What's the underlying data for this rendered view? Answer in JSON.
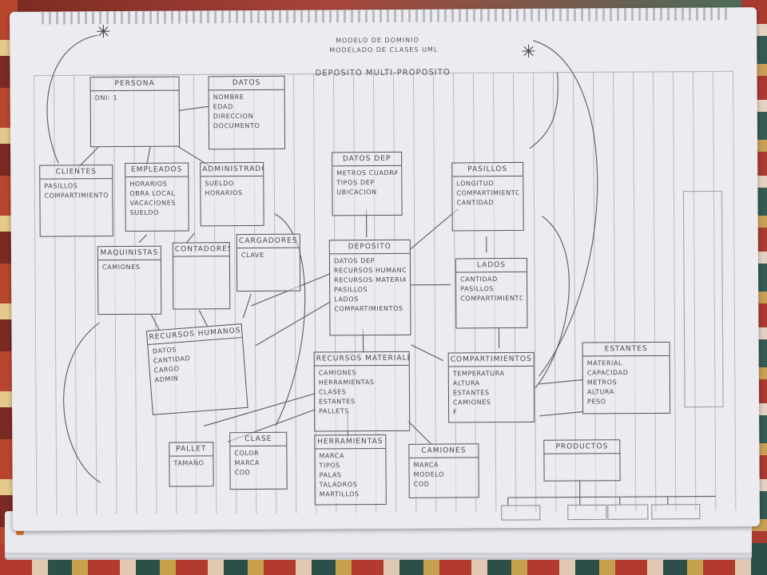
{
  "heading": {
    "line1": "MODELO DE DOMINIO",
    "line2": "MODELADO DE CLASES UML",
    "subtitle": "DEPOSITO MULTI-PROPOSITO"
  },
  "classes": {
    "persona": {
      "name": "PERSONA",
      "attrs": [
        "DNI: 1"
      ]
    },
    "datos": {
      "name": "DATOS",
      "attrs": [
        "NOMBRE",
        "EDAD",
        "DIRECCION",
        "DOCUMENTO"
      ]
    },
    "clientes": {
      "name": "CLIENTES",
      "attrs": [
        "PASILLOS",
        "COMPARTIMIENTOS"
      ]
    },
    "empleados": {
      "name": "EMPLEADOS",
      "attrs": [
        "HORARIOS",
        "OBRA LOCAL",
        "VACACIONES",
        "SUELDO"
      ]
    },
    "administrador": {
      "name": "ADMINISTRADOR",
      "attrs": [
        "SUELDO",
        "HORARIOS"
      ]
    },
    "datos_dep": {
      "name": "DATOS DEP",
      "attrs": [
        "METROS CUADRADOS",
        "TIPOS DEP",
        "UBICACION"
      ]
    },
    "pasillos": {
      "name": "PASILLOS",
      "attrs": [
        "LONGITUD",
        "COMPARTIMIENTOS",
        "CANTIDAD"
      ]
    },
    "deposito": {
      "name": "DEPOSITO",
      "attrs": [
        "DATOS DEP",
        "RECURSOS HUMANOS",
        "RECURSOS MATERIALES",
        "PASILLOS",
        "LADOS",
        "COMPARTIMIENTOS"
      ]
    },
    "lados": {
      "name": "LADOS",
      "attrs": [
        "CANTIDAD",
        "PASILLOS",
        "COMPARTIMIENTOS"
      ]
    },
    "maquinistas": {
      "name": "MAQUINISTAS",
      "attrs": [
        "CAMIONES"
      ]
    },
    "contadores": {
      "name": "CONTADORES",
      "attrs": []
    },
    "cargadores": {
      "name": "CARGADORES",
      "attrs": [
        "CLAVE"
      ]
    },
    "recursos_humanos": {
      "name": "RECURSOS HUMANOS",
      "attrs": [
        "DATOS",
        "CANTIDAD",
        "CARGO",
        "ADMIN"
      ]
    },
    "recursos_materiales": {
      "name": "RECURSOS MATERIALES",
      "attrs": [
        "CAMIONES",
        "HERRAMIENTAS",
        "CLASES",
        "ESTANTES",
        "PALLETS"
      ]
    },
    "compartimientos": {
      "name": "COMPARTIMIENTOS",
      "attrs": [
        "TEMPERATURA",
        "ALTURA",
        "ESTANTES",
        "CAMIONES",
        "F"
      ]
    },
    "estantes": {
      "name": "ESTANTES",
      "attrs": [
        "MATERIAL",
        "CAPACIDAD",
        "METROS",
        "ALTURA",
        "PESO"
      ]
    },
    "pallet": {
      "name": "PALLET",
      "attrs": [
        "TAMAÑO"
      ]
    },
    "clase": {
      "name": "CLASE",
      "attrs": [
        "COLOR",
        "MARCA",
        "COD"
      ]
    },
    "herramientas": {
      "name": "HERRAMIENTAS",
      "attrs": [
        "MARCA",
        "TIPOS",
        "PALAS",
        "TALADROS",
        "MARTILLOS"
      ]
    },
    "camiones": {
      "name": "CAMIONES",
      "attrs": [
        "MARCA",
        "MODELO",
        "COD"
      ]
    },
    "productos": {
      "name": "PRODUCTOS",
      "attrs": []
    }
  },
  "colors": {
    "paper": "#ececf0",
    "pencil": "#555555",
    "rug": "#a8443a"
  }
}
